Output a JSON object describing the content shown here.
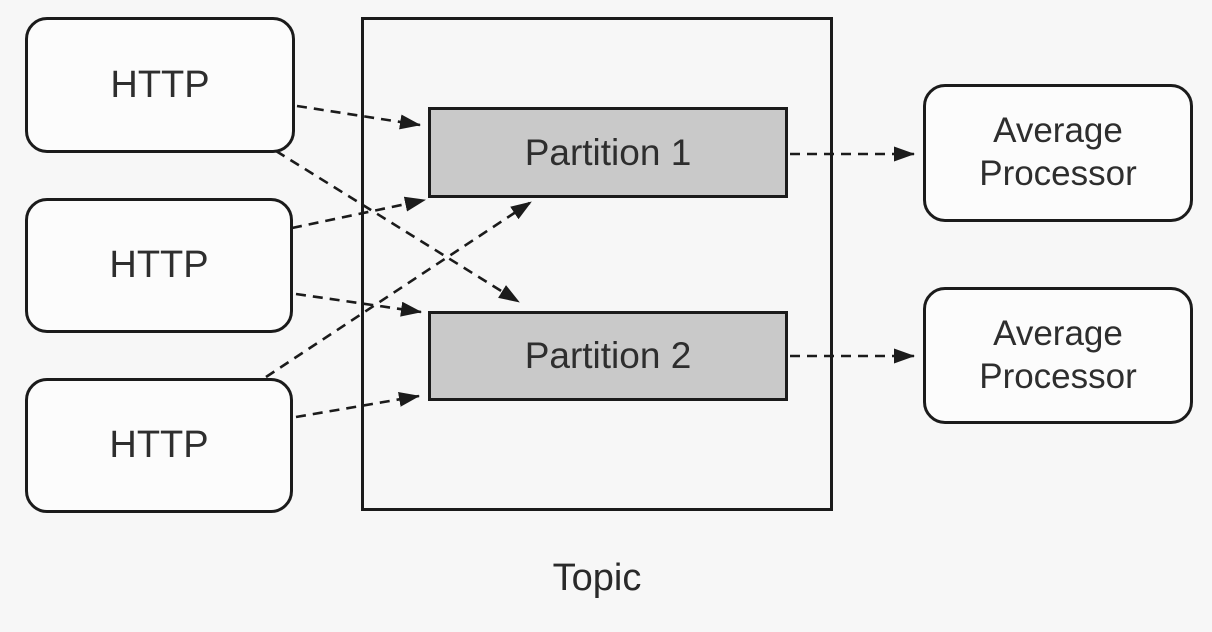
{
  "diagram": {
    "producers": [
      {
        "label": "HTTP"
      },
      {
        "label": "HTTP"
      },
      {
        "label": "HTTP"
      }
    ],
    "topic": {
      "label": "Topic",
      "partitions": [
        {
          "label": "Partition 1"
        },
        {
          "label": "Partition 2"
        }
      ]
    },
    "consumers": [
      {
        "label": "Average Processor"
      },
      {
        "label": "Average Processor"
      }
    ],
    "colors": {
      "background": "#f7f7f7",
      "node_fill": "#fcfcfc",
      "partition_fill": "#c9c9c9",
      "stroke": "#1b1b1b",
      "text": "#2e2e2e"
    }
  }
}
